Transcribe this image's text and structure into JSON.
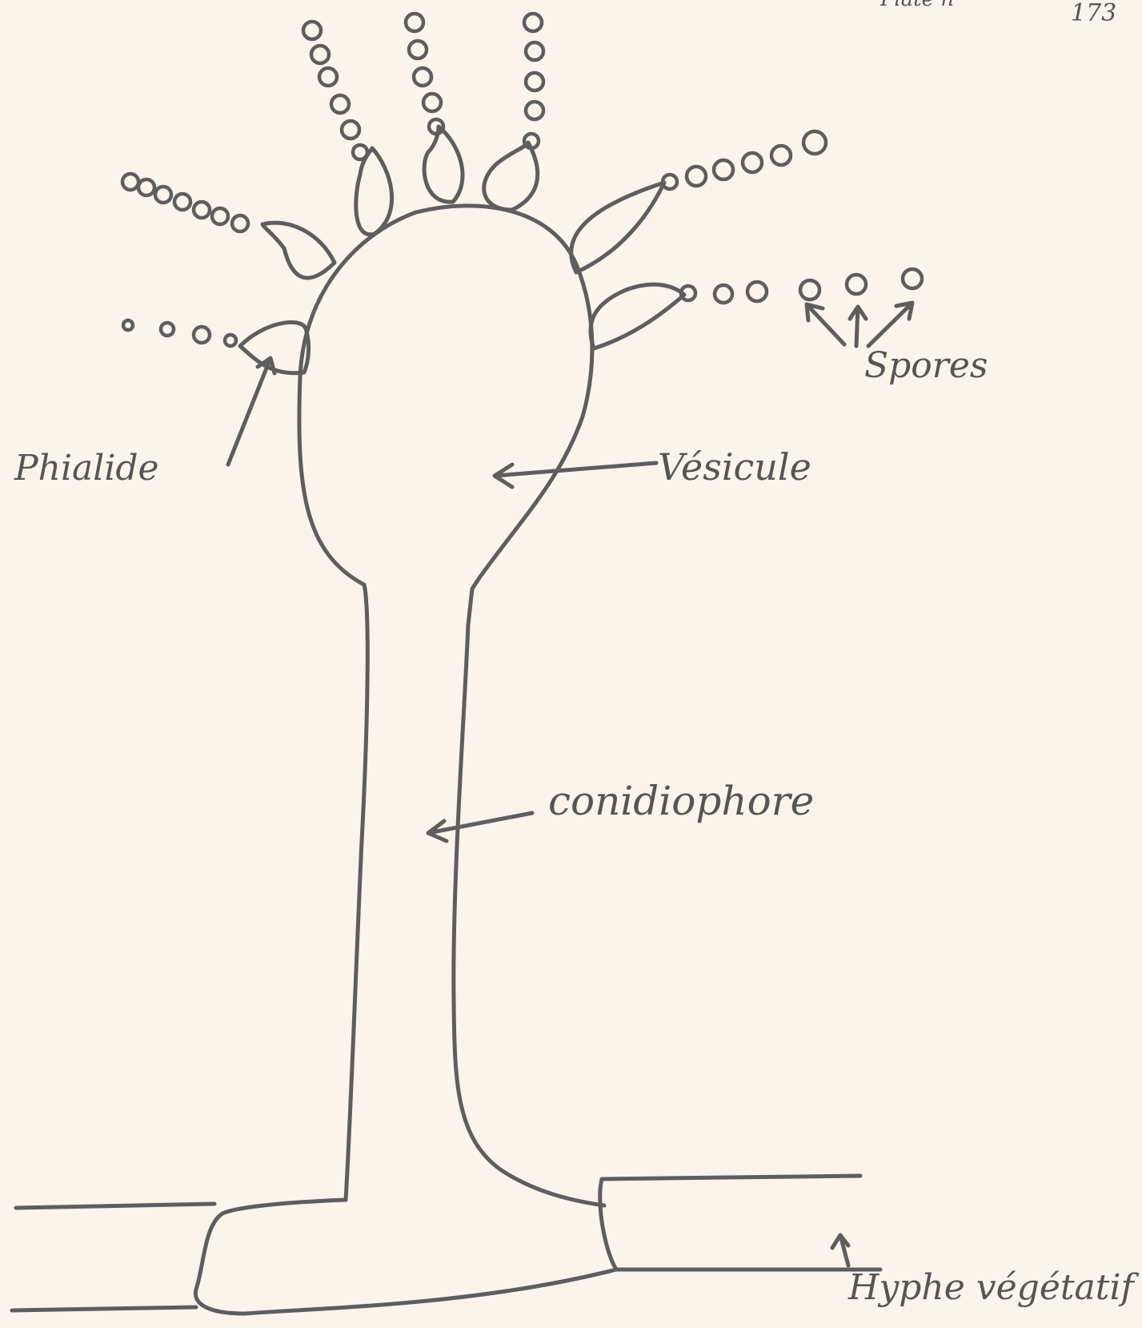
{
  "page_header": {
    "page_number": "173",
    "note_fragment": "Plate n°"
  },
  "labels": {
    "phialide": "Phialide",
    "vesicule": "Vésicule",
    "spores": "Spores",
    "conidiophore": "conidiophore",
    "hyphe": "Hyphe végétatif"
  },
  "colors": {
    "ink": "#5e5e5e",
    "paper": "#fbf4ec"
  }
}
